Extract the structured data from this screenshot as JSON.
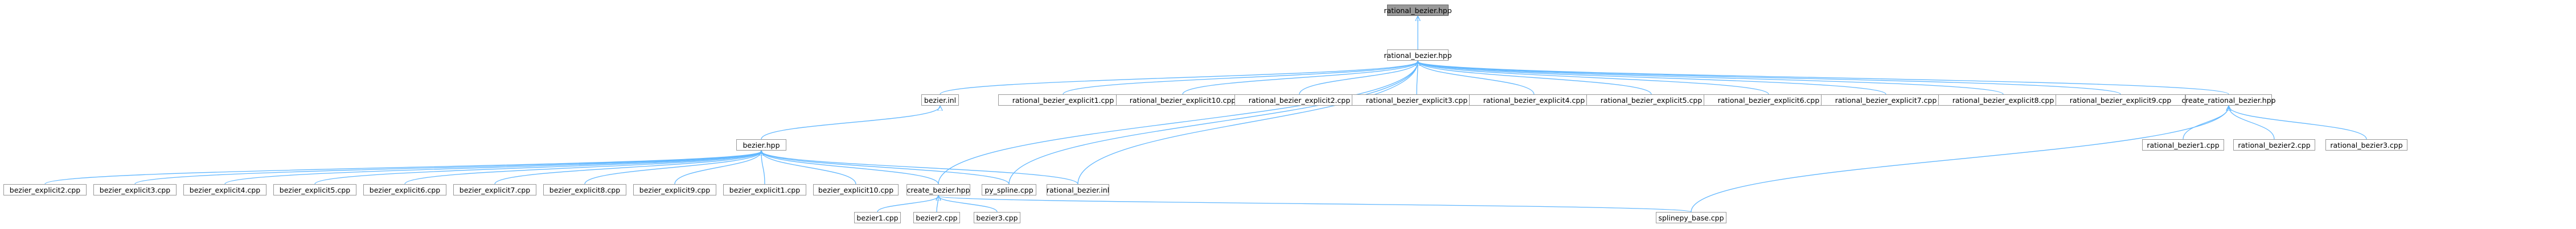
{
  "graph": {
    "colors": {
      "edge": "#63b8ff",
      "node_border": "#999999",
      "root_fill": "#999999",
      "node_fill": "#ffffff"
    },
    "nodes": [
      {
        "id": "rational_bezier_hpp_root",
        "label": "rational_bezier.hpp",
        "kind": "root"
      },
      {
        "id": "rational_bezier_hpp",
        "label": "rational_bezier.hpp",
        "kind": "header"
      },
      {
        "id": "bezier_inl",
        "label": "bezier.inl",
        "kind": "file"
      },
      {
        "id": "rbe1",
        "label": "rational_bezier_explicit1.cpp",
        "kind": "file"
      },
      {
        "id": "rbe10",
        "label": "rational_bezier_explicit10.cpp",
        "kind": "file"
      },
      {
        "id": "rbe2",
        "label": "rational_bezier_explicit2.cpp",
        "kind": "file"
      },
      {
        "id": "rbe3",
        "label": "rational_bezier_explicit3.cpp",
        "kind": "file"
      },
      {
        "id": "rbe4",
        "label": "rational_bezier_explicit4.cpp",
        "kind": "file"
      },
      {
        "id": "rbe5",
        "label": "rational_bezier_explicit5.cpp",
        "kind": "file"
      },
      {
        "id": "rbe6",
        "label": "rational_bezier_explicit6.cpp",
        "kind": "file"
      },
      {
        "id": "rbe7",
        "label": "rational_bezier_explicit7.cpp",
        "kind": "file"
      },
      {
        "id": "rbe8",
        "label": "rational_bezier_explicit8.cpp",
        "kind": "file"
      },
      {
        "id": "rbe9",
        "label": "rational_bezier_explicit9.cpp",
        "kind": "file"
      },
      {
        "id": "create_rational_bezier_hpp",
        "label": "create_rational_bezier.hpp",
        "kind": "header"
      },
      {
        "id": "bezier_hpp",
        "label": "bezier.hpp",
        "kind": "header"
      },
      {
        "id": "rb1",
        "label": "rational_bezier1.cpp",
        "kind": "file"
      },
      {
        "id": "rb2",
        "label": "rational_bezier2.cpp",
        "kind": "file"
      },
      {
        "id": "rb3",
        "label": "rational_bezier3.cpp",
        "kind": "file"
      },
      {
        "id": "be2",
        "label": "bezier_explicit2.cpp",
        "kind": "file"
      },
      {
        "id": "be3",
        "label": "bezier_explicit3.cpp",
        "kind": "file"
      },
      {
        "id": "be4",
        "label": "bezier_explicit4.cpp",
        "kind": "file"
      },
      {
        "id": "be5",
        "label": "bezier_explicit5.cpp",
        "kind": "file"
      },
      {
        "id": "be6",
        "label": "bezier_explicit6.cpp",
        "kind": "file"
      },
      {
        "id": "be7",
        "label": "bezier_explicit7.cpp",
        "kind": "file"
      },
      {
        "id": "be8",
        "label": "bezier_explicit8.cpp",
        "kind": "file"
      },
      {
        "id": "be9",
        "label": "bezier_explicit9.cpp",
        "kind": "file"
      },
      {
        "id": "be1",
        "label": "bezier_explicit1.cpp",
        "kind": "file"
      },
      {
        "id": "be10",
        "label": "bezier_explicit10.cpp",
        "kind": "file"
      },
      {
        "id": "create_bezier_hpp",
        "label": "create_bezier.hpp",
        "kind": "header"
      },
      {
        "id": "py_spline_cpp",
        "label": "py_spline.cpp",
        "kind": "file"
      },
      {
        "id": "rational_bezier_inl",
        "label": "rational_bezier.inl",
        "kind": "file"
      },
      {
        "id": "bezier1",
        "label": "bezier1.cpp",
        "kind": "file"
      },
      {
        "id": "bezier2",
        "label": "bezier2.cpp",
        "kind": "file"
      },
      {
        "id": "bezier3",
        "label": "bezier3.cpp",
        "kind": "file"
      },
      {
        "id": "splinepy_base_cpp",
        "label": "splinepy_base.cpp",
        "kind": "file"
      }
    ],
    "edges": [
      [
        "rational_bezier_hpp",
        "rational_bezier_hpp_root"
      ],
      [
        "bezier_inl",
        "rational_bezier_hpp"
      ],
      [
        "rbe1",
        "rational_bezier_hpp"
      ],
      [
        "rbe10",
        "rational_bezier_hpp"
      ],
      [
        "rbe2",
        "rational_bezier_hpp"
      ],
      [
        "rbe3",
        "rational_bezier_hpp"
      ],
      [
        "rbe4",
        "rational_bezier_hpp"
      ],
      [
        "rbe5",
        "rational_bezier_hpp"
      ],
      [
        "rbe6",
        "rational_bezier_hpp"
      ],
      [
        "rbe7",
        "rational_bezier_hpp"
      ],
      [
        "rbe8",
        "rational_bezier_hpp"
      ],
      [
        "rbe9",
        "rational_bezier_hpp"
      ],
      [
        "create_rational_bezier_hpp",
        "rational_bezier_hpp"
      ],
      [
        "create_bezier_hpp",
        "rational_bezier_hpp"
      ],
      [
        "py_spline_cpp",
        "rational_bezier_hpp"
      ],
      [
        "rational_bezier_inl",
        "rational_bezier_hpp"
      ],
      [
        "bezier_hpp",
        "bezier_inl"
      ],
      [
        "rb1",
        "create_rational_bezier_hpp"
      ],
      [
        "rb2",
        "create_rational_bezier_hpp"
      ],
      [
        "rb3",
        "create_rational_bezier_hpp"
      ],
      [
        "splinepy_base_cpp",
        "create_rational_bezier_hpp"
      ],
      [
        "be2",
        "bezier_hpp"
      ],
      [
        "be3",
        "bezier_hpp"
      ],
      [
        "be4",
        "bezier_hpp"
      ],
      [
        "be5",
        "bezier_hpp"
      ],
      [
        "be6",
        "bezier_hpp"
      ],
      [
        "be7",
        "bezier_hpp"
      ],
      [
        "be8",
        "bezier_hpp"
      ],
      [
        "be9",
        "bezier_hpp"
      ],
      [
        "be1",
        "bezier_hpp"
      ],
      [
        "be10",
        "bezier_hpp"
      ],
      [
        "create_bezier_hpp",
        "bezier_hpp"
      ],
      [
        "py_spline_cpp",
        "bezier_hpp"
      ],
      [
        "rational_bezier_inl",
        "bezier_hpp"
      ],
      [
        "bezier1",
        "create_bezier_hpp"
      ],
      [
        "bezier2",
        "create_bezier_hpp"
      ],
      [
        "bezier3",
        "create_bezier_hpp"
      ],
      [
        "splinepy_base_cpp",
        "create_bezier_hpp"
      ]
    ]
  }
}
